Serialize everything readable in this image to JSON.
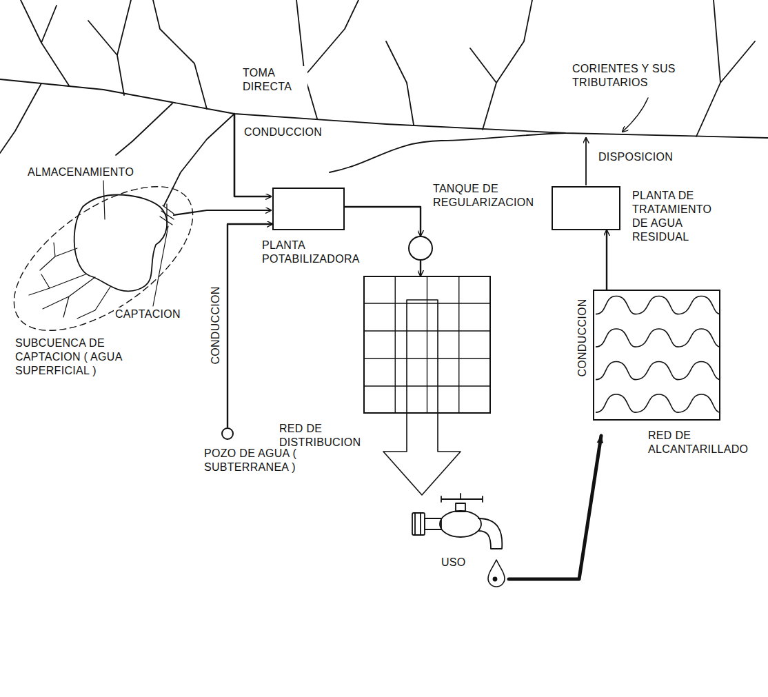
{
  "diagram": {
    "nodes": [
      {
        "text": [
          "PLANTA POTABILIZADORA"
        ]
      },
      {
        "text": [
          "TANQUE DE REGULARIZACION"
        ]
      },
      {
        "text": [
          "PLANTA DE TRATAMIENTO DE AGUA RESIDUAL"
        ]
      },
      {
        "text": [
          "RED DE DISTRIBUCION"
        ]
      },
      {
        "text": [
          "RED DE ALCANTARILLADO"
        ]
      },
      {
        "text": [
          "POZO DE AGUA ( SUBTERRANEA )"
        ]
      }
    ],
    "edges": [
      {
        "from": 5,
        "to": 0,
        "arrow": "to",
        "label": "CONDUCCION"
      },
      {
        "from": 0,
        "to": 1,
        "arrow": "to"
      },
      {
        "from": 1,
        "to": 3,
        "arrow": "to"
      },
      {
        "from": 4,
        "to": 2,
        "arrow": "to",
        "label": "CONDUCCION"
      }
    ],
    "labels": [
      "TOMA DIRECTA",
      "CONDUCCION",
      "CORIENTES Y SUS TRIBUTARIOS",
      "ALMACENAMIENTO",
      "CAPTACION",
      "SUBCUENCA DE CAPTACION ( AGUA SUPERFICIAL )",
      "DISPOSICION",
      "USO"
    ]
  }
}
